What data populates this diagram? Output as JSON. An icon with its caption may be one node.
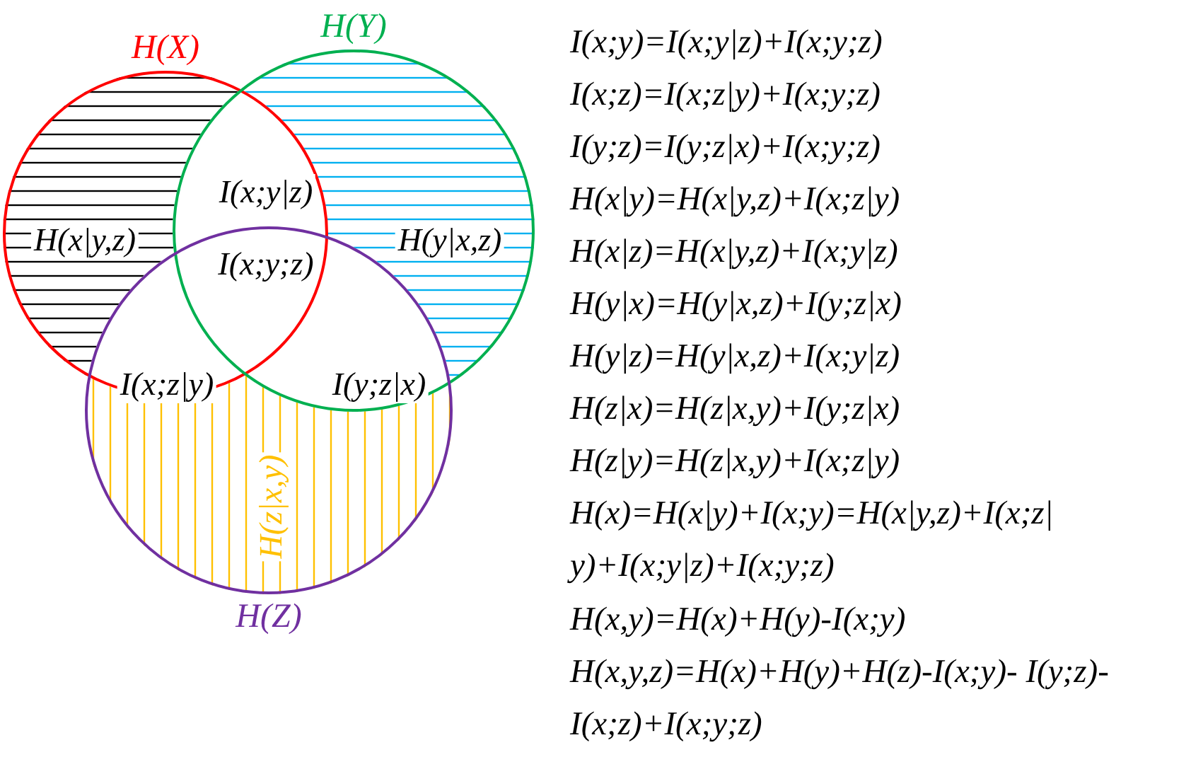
{
  "diagram": {
    "nodes": [
      {
        "text": [
          "H(X)"
        ]
      },
      {
        "text": [
          "H(Y)"
        ]
      },
      {
        "text": [
          "H(Z)"
        ]
      }
    ],
    "labels": [
      "H(x|y,z)",
      "I(x;y|z)",
      "I(x;y;z)",
      "H(y|x,z)",
      "I(x;z|y)",
      "I(y;z|x)",
      "H(z|x,y)",
      "I(x;y)=I(x;y|z)+I(x;y;z)",
      "I(x;z)=I(x;z|y)+I(x;y;z)",
      "I(y;z)=I(y;z|x)+I(x;y;z)",
      "H(x|y)=H(x|y,z)+I(x;z|y)",
      "H(x|z)=H(x|y,z)+I(x;y|z)",
      "H(y|x)=H(y|x,z)+I(y;z|x)",
      "H(y|z)=H(y|x,z)+I(x;y|z)",
      "H(z|x)=H(z|x,y)+I(y;z|x)",
      "H(z|y)=H(z|x,y)+I(x;z|y)",
      "H(x)=H(x|y)+I(x;y)=H(x|y,z)+I(x;z| y)+I(x;y|z)+I(x;y;z)",
      "H(x,y)=H(x)+H(y)-I(x;y)",
      "H(x,y,z)=H(x)+H(y)+H(z)-I(x;y)- I(y;z)-I(x;z)+I(x;y;z)"
    ]
  }
}
